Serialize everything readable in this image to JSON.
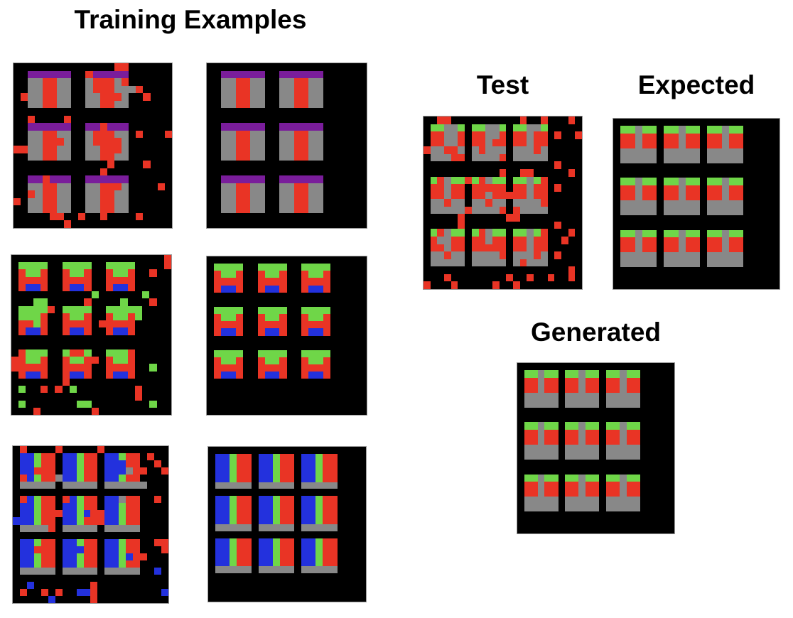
{
  "titles": {
    "training": "Training Examples",
    "test": "Test",
    "expected": "Expected",
    "generated": "Generated"
  },
  "colors": {
    "K": "#000000",
    "R": "#e93425",
    "G": "#6fd648",
    "B": "#2331dd",
    "Y": "#888888",
    "P": "#7a1d9b"
  },
  "panels": {
    "train1_input": {
      "rows": [
        "KKKKKKKKKKKKKKRRKKKKKK",
        "KKPPPPPPKKRPPPPPKKKKKK",
        "KKYYRRYYKKYRRRYRKKKKKK",
        "KKYYRRYYKKYRRRYYYRKKKK",
        "KRYYRRYYKKYYRRRYKKRKKK",
        "KKYYRRYYKKYYRRYYKKKKKK",
        "KKKKKKKKKKKKKKKKKKKKKK",
        "KKRKKKKRKKKKKKKKKKKKKK",
        "KKPPPPPPKKPPRPPPKKKKKK",
        "KKYYRRYYKKYRRRYYKRKKKR",
        "KKYYRRRYKKYRRRRYKKKKKK",
        "RRYYRRYYKKYYRRRYKKKKKK",
        "KKYYRRYYKKYYRRYYKKKKKK",
        "KKKKKKKKKKKKKRKKKKRKKK",
        "KKKKKKKKKKKKRKKKKKKKKK",
        "KKPPRPPPKKPPPPPPKKKKKK",
        "KKYYRRYYKKYYRRRYKKKKRK",
        "KKRYRRYYKKYYRRYYKKKKKK",
        "RKYYRRYYKKYYRRYYKKKKKK",
        "KKYYRRYYKKYYRRYYKKKKKK",
        "KKKKKRRKKRKKRKKKKRKKKK",
        "KKKKKKKRKKKKKKKKKKKKKK"
      ]
    },
    "train1_output": {
      "rows": [
        "KKKKKKKKKKKKKKKKKKKKKK",
        "KKPPPPPPKKPPPPPPKKKKKK",
        "KKYYRRYYKKYYRRYYKKKKKK",
        "KKYYRRYYKKYYRRYYKKKKKK",
        "KKYYRRYYKKYYRRYYKKKKKK",
        "KKYYRRYYKKYYRRYYKKKKKK",
        "KKKKKKKKKKKKKKKKKKKKKK",
        "KKKKKKKKKKKKKKKKKKKKKK",
        "KKPPPPPPKKPPPPPPKKKKKK",
        "KKYYRRYYKKYYRRYYKKKKKK",
        "KKYYRRYYKKYYRRYYKKKKKK",
        "KKYYRRYYKKYYRRYYKKKKKK",
        "KKYYRRYYKKYYRRYYKKKKKK",
        "KKKKKKKKKKKKKKKKKKKKKK",
        "KKKKKKKKKKKKKKKKKKKKKK",
        "KKPPPPPPKKPPPPPPKKKKKK",
        "KKYYRRYYKKYYRRYYKKKKKK",
        "KKYYRRYYKKYYRRYYKKKKKK",
        "KKYYRRYYKKYYRRYYKKKKKK",
        "KKYYRRYYKKYYRRYYKKKKKK",
        "KKKKKKKKKKKKKKKKKKKKKK",
        "KKKKKKKKKKKKKKKKKKKKKK"
      ]
    },
    "train2_input": {
      "rows": [
        "KKKKKKKKKKKKKKKKKKKKKR",
        "KGGGGKKGGGGKKGGGGKKKKR",
        "KRGGRKKRGGRKKRGGRKKRKK",
        "KRRRRKKRRRRKKRRRRKKKKK",
        "KRBBRKKRBBRKKRBBRKKKKK",
        "KKKKKKKKKKKGKKKKKKGKKK",
        "KKKGGKKKKKRKKKKGKKKRKK",
        "KGGGGRKGGGGKKGGGGGKKKK",
        "KGGGRKKRGGRKKRGGRGKKKK",
        "KRRGRKKRRRRKRRRRRKKKKK",
        "KRBBRKKRBBRKKRBBRKKKKK",
        "KKKKKKKKKKKKKKKKKKKKKK",
        "KKKKKKKKKKKKKKKKKKKKKK",
        "KRGGGKKGRRGKKGGGRKKKKK",
        "RRGGRKKRGGRRKRGGRKKKKK",
        "RRRRRKKRRRRKKRRRRKKGKK",
        "KRBBRKKRBBRKKRBBRKKKKK",
        "KKKKKKKRKKKKKKKKKKKKKK",
        "KGKKRKRKGKKKKKKKKRKKKK",
        "KKKKKKKKKKKKKKKKKRKKKK",
        "KGKKKKKKKGGKKKKKKKKGKK",
        "KKKRKKKKKKKRKKKKKKKKKK"
      ]
    },
    "train2_output": {
      "rows": [
        "KKKKKKKKKKKKKKKKKKKKKK",
        "KGGGGKKGGGGKKGGGGKKKKK",
        "KRGGRKKRGGRKKRGGRKKKKK",
        "KRRRRKKRRRRKKRRRRKKKKK",
        "KRBBRKKRBBRKKRBBRKKKKK",
        "KKKKKKKKKKKKKKKKKKKKKK",
        "KKKKKKKKKKKKKKKKKKKKKK",
        "KGGGGKKGGGGKKGGGGKKKKK",
        "KRGGRKKRGGRKKRGGRKKKKK",
        "KRRRRKKRRRRKKRRRRKKKKK",
        "KRBBRKKRBBRKKRBBRKKKKK",
        "KKKKKKKKKKKKKKKKKKKKKK",
        "KKKKKKKKKKKKKKKKKKKKKK",
        "KGGGGKKGGGGKKGGGGKKKKK",
        "KRGGRKKRGGRKKRGGRKKKKK",
        "KRRRRKKRRRRKKRRRRKKKKK",
        "KRBBRKKRBBRKKRBBRKKKKK",
        "KKKKKKKKKKKKKKKKKKKKKK",
        "KKKKKKKKKKKKKKKKKKKKKK",
        "KKKKKKKKKKKKKKKKKKKKKK",
        "KKKKKKKKKKKKKKKKKKKKKK",
        "KKKKKKKKKKKKKKKKKKKKKK"
      ]
    },
    "train3_input": {
      "rows": [
        "KRKKKKRKKKKKRKKKKKKKKK",
        "KBBGRRKBBGRRKBBGRRKRKK",
        "KBBGRRKBBGRRKBBBRRKKRK",
        "KBBRRRKBBGRRKBBBYRRKKR",
        "KRBGRRYBBGRRKBBGRRKKKK",
        "KYYYYYKYYYYYKYYYYYYKKK",
        "KKKKKKKKKKKKKKKKKKKKKK",
        "KRBGRRKRBGRRKBBYRRKKRK",
        "KBBGRRKBBGRRKBBGRRKKKK",
        "KBBGRRRBBGBRRBBGRRKKKK",
        "BBBGRRKBBGRRRBBGRRKKKK",
        "KYYYYRKYYYYYKYYYYYKKKK",
        "KKKKKKKKKKKKKKKKKKKKKK",
        "KBBGRRKBBGRRKBBGRRKKRR",
        "KBBRRRKBBBRRKBBGRRKKKR",
        "KBBGRRKBBGRRKBBGBRRKKK",
        "KBBGRRKBBGRRKBBGRRKKKK",
        "KYYYYYKYYYYYKYYYYYKKBK",
        "KKKKKKKKKKKKKKKKKKKKKK",
        "KKBKKKKKKKKRKKKKKKKKKK",
        "KRKKRKRKKBBRKKKKKKKKKB",
        "KKKKKBKKKKKRKKKKKKKKKK"
      ]
    },
    "train3_output": {
      "rows": [
        "KKKKKKKKKKKKKKKKKKKKKK",
        "KBBGRRKBBGRRKBBGRRKKKK",
        "KBBGRRKBBGRRKBBGRRKKKK",
        "KBBGRRKBBGRRKBBGRRKKKK",
        "KBBGRRKBBGRRKBBGRRKKKK",
        "KYYYYYKYYYYYKYYYYYKKKK",
        "KKKKKKKKKKKKKKKKKKKKKK",
        "KBBGRRKBBGRRKBBGRRKKKK",
        "KBBGRRKBBGRRKBBGRRKKKK",
        "KBBGRRKBBGRRKBBGRRKKKK",
        "KBBGRRKBBGRRKBBGRRKKKK",
        "KYYYYYKYYYYYKYYYYYKKKK",
        "KKKKKKKKKKKKKKKKKKKKKK",
        "KBBGRRKBBGRRKBBGRRKKKK",
        "KBBGRRKBBGRRKBBGRRKKKK",
        "KBBGRRKBBGRRKBBGRRKKKK",
        "KBBGRRKBBGRRKBBGRRKKKK",
        "KYYYYYKYYYYYKYYYYYKKKK",
        "KKKKKKKKKKKKKKKKKKKKKK",
        "KKKKKKKKKKKKKKKKKKKKKK",
        "KKKKKKKKKKKKKKKKKKKKKK",
        "KKKKKKKKKKKKKKKKKKKKKK"
      ]
    },
    "test_input": {
      "rows": [
        "KKRRKKKKKKKKKKRKKRKKKRK",
        "KGGYYGKGGYYGKGGYYGKKKKK",
        "KRRYYRKRRYYRKRRYRRKRKKR",
        "KRRYYRKRRYRRKRRYRRKKKKK",
        "RYYRRYKYRYYYKYYYRYKKKKK",
        "KYYYRRKYYYYRKYYYYYKKKKK",
        "KKKKKKKKKKKKKKKKKKKRKKK",
        "KKKKKKKKKKKRKKRRKKKKKRK",
        "KGRYGGRGRYGGKGGYGRKKKKK",
        "KRRYRRKRRRRRKRRYRRKRKKK",
        "KRRYRRKRRYRRRRRYRRKKKKK",
        "KYYRYYKYYRYYKYYYYRKKKKK",
        "KYYYYYRYYYYRKRYYYYKKKKK",
        "KKKKKRKKKKKKRRKKKKKKKKK",
        "KKKKKRKKKKKKKKKKKKKRKKK",
        "KGRYGGKGRYGGKGGYGRKKKRK",
        "KRYYRRKRRYRRKRRYRRKKRKK",
        "KRRYRRKRRRRRKRRYRRKKKKK",
        "KYYRYYKYYYYRKYYYRYKRKKK",
        "KYYYYYKYYYYYKYRYYYKKKKK",
        "KKKKKKKKKKKKKKKKKKKKKRK",
        "KKKRKKKKKKKKRKKRKKRKKRK",
        "RKKKRKKKKKRKKRKKKKKKKKK"
      ]
    },
    "expected_output": {
      "rows": [
        "KKKKKKKKKKKKKKKKKKKKKKK",
        "KGGYGGKGGYGGKGGYGGKKKKK",
        "KRRYRRKRRYRRKRRYRRKKKKK",
        "KRRYRRKRRYRRKRRYRRKKKKK",
        "KYYYYYKYYYYYKYYYYYKKKKK",
        "KYYYYYKYYYYYKYYYYYKKKKK",
        "KKKKKKKKKKKKKKKKKKKKKKK",
        "KKKKKKKKKKKKKKKKKKKKKKK",
        "KGGYGGKGGYGGKGGYGGKKKKK",
        "KRRYRRKRRYRRKRRYRRKKKKK",
        "KRRYRRKRRYRRKRRYRRKKKKK",
        "KYYYYYKYYYYYKYYYYYKKKKK",
        "KYYYYYKYYYYYKYYYYYKKKKK",
        "KKKKKKKKKKKKKKKKKKKKKKK",
        "KKKKKKKKKKKKKKKKKKKKKKK",
        "KGGYGGKGGYGGKGGYGGKKKKK",
        "KRRYRRKRRYRRKRRYRRKKKKK",
        "KRRYRRKRRYRRKRRYRRKKKKK",
        "KYYYYYKYYYYYKYYYYYKKKKK",
        "KYYYYYKYYYYYKYYYYYKKKKK",
        "KKKKKKKKKKKKKKKKKKKKKKK",
        "KKKKKKKKKKKKKKKKKKKKKKK",
        "KKKKKKKKKKKKKKKKKKKKKKK"
      ]
    },
    "generated_output": {
      "rows": [
        "KKKKKKKKKKKKKKKKKKKKKKK",
        "KGGYGGKGGYGGKGGYGGKKKKK",
        "KRRYRRKRRYRRKRRYRRKKKKK",
        "KRRYRRKRRYRRKRRYRRKKKKK",
        "KYYYYYKYYYYYKYYYYYKKKKK",
        "KYYYYYKYYYYYKYYYYYKKKKK",
        "KKKKKKKKKKKKKKKKKKKKKKK",
        "KKKKKKKKKKKKKKKKKKKKKKK",
        "KGGYGGKGGYGGKGGYGGKKKKK",
        "KRRYRRKRRYRRKRRYRRKKKKK",
        "KRRYRRKRRYRRKRRYRRKKKKK",
        "KYYYYYKYYYYYKYYYYYKKKKK",
        "KYYYYYKYYYYYKYYYYYKKKKK",
        "KKKKKKKKKKKKKKKKKKKKKKK",
        "KKKKKKKKKKKKKKKKKKKKKKK",
        "KGGYGGKGGYGGKGGYGGKKKKK",
        "KRRYRRKRRYRRKRRYRRKKKKK",
        "KRRYRRKRRYRRKRRYRRKKKKK",
        "KYYYYYKYYYYYKYYYYYKKKKK",
        "KYYYYYKYYYYYKYYYYYKKKKK",
        "KKKKKKKKKKKKKKKKKKKKKKK",
        "KKKKKKKKKKKKKKKKKKKKKKK",
        "KKKKKKKKKKKKKKKKKKKKKKK"
      ]
    }
  }
}
